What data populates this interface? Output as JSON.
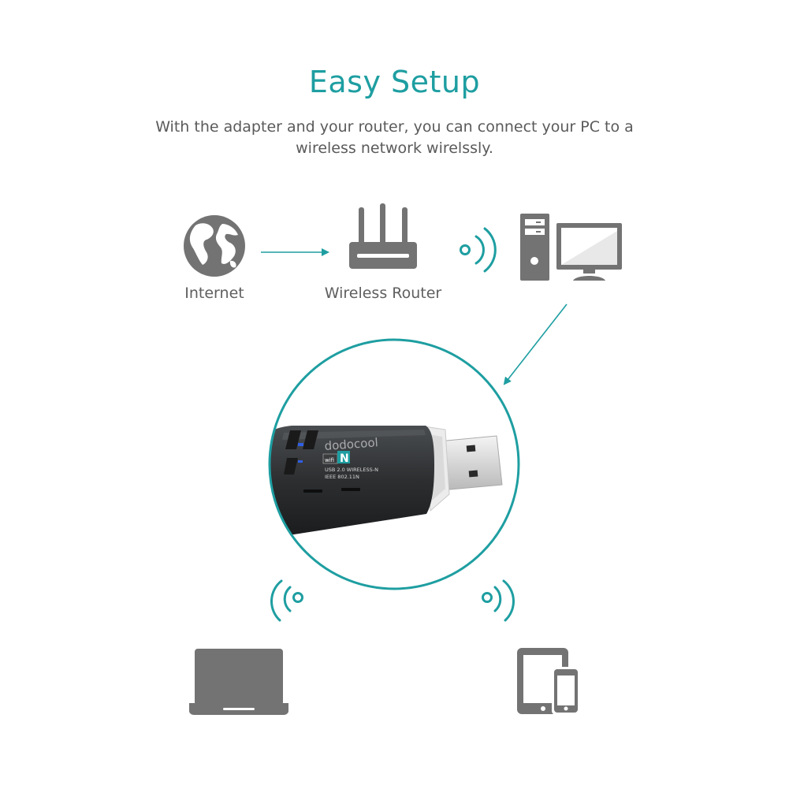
{
  "header": {
    "title": "Easy Setup",
    "subtitle": "With the adapter and your router, you can connect your PC to a wireless network wirelssly."
  },
  "nodes": {
    "internet": {
      "label": "Internet",
      "icon": "globe-icon"
    },
    "router": {
      "label": "Wireless Router",
      "icon": "router-icon"
    },
    "pc": {
      "icon": "desktop-pc-icon"
    },
    "adapter": {
      "icon": "usb-wifi-adapter",
      "brand": "dodocool",
      "badge_prefix": "wifi",
      "badge_letter": "N",
      "line1": "USB 2.0 WIRELESS-N",
      "line2": "IEEE 802.11N"
    },
    "laptop": {
      "icon": "laptop-icon"
    },
    "tablet": {
      "icon": "tablet-phone-icon"
    }
  },
  "colors": {
    "accent": "#1e9ea1",
    "icon_gray": "#737373",
    "text_gray": "#5f5f5f",
    "led_blue": "#2f5ee6"
  }
}
